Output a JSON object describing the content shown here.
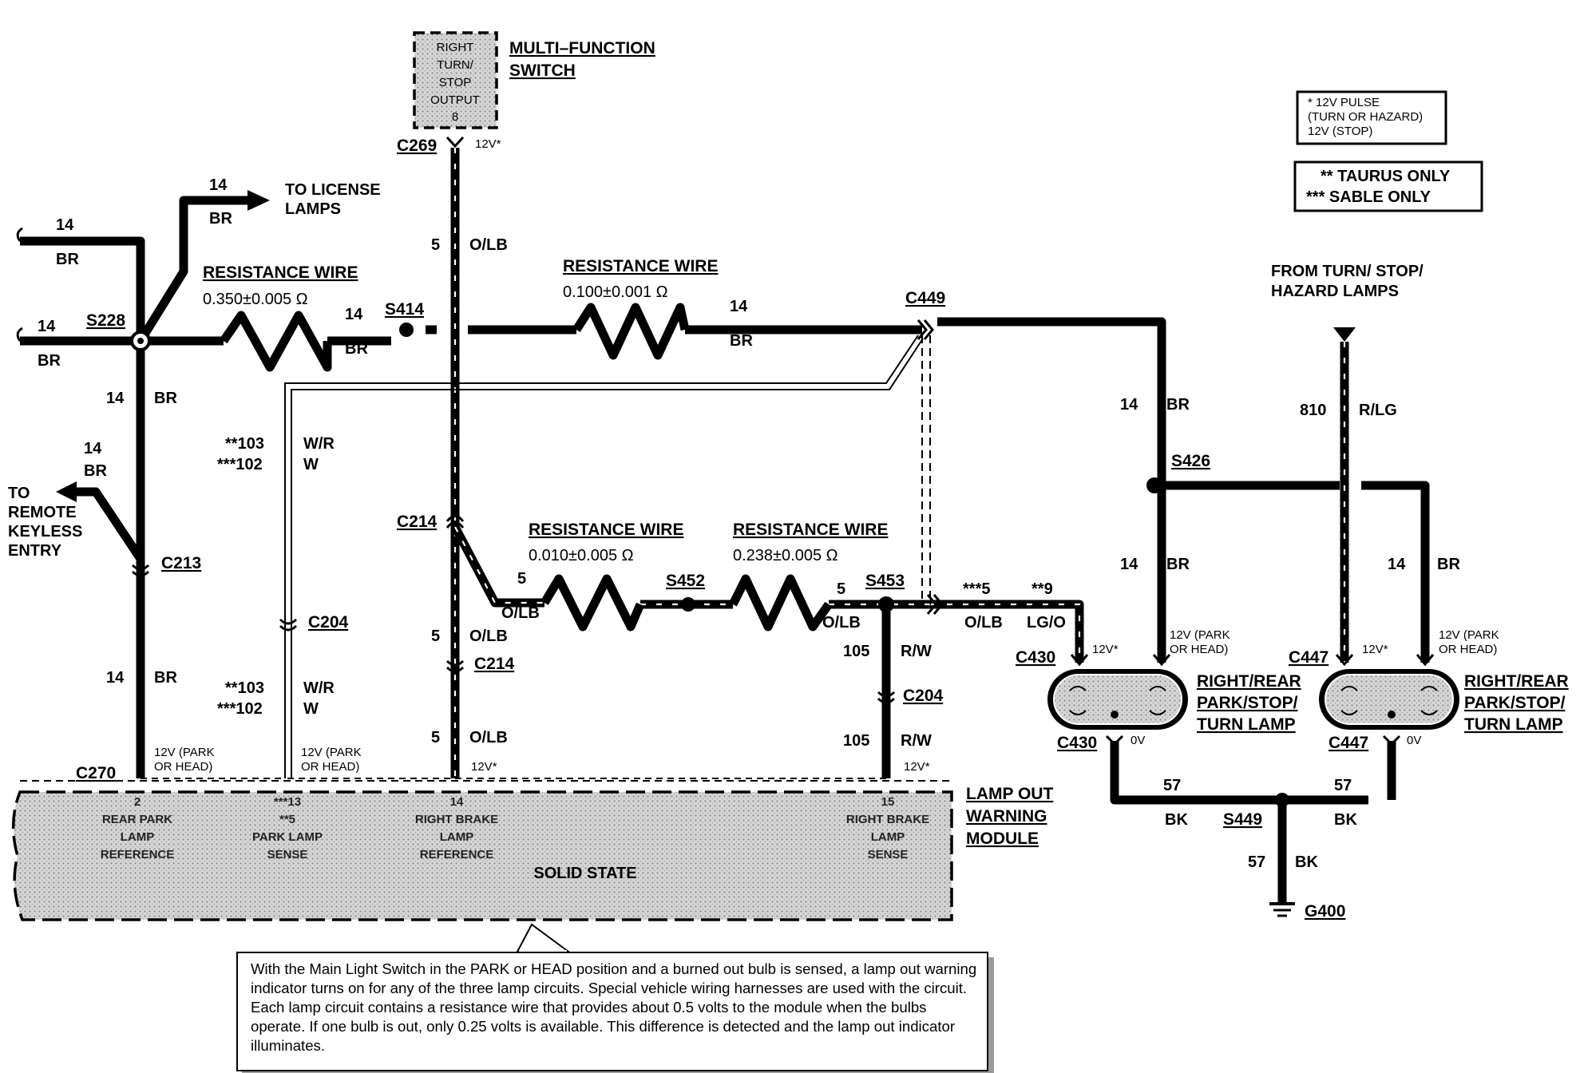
{
  "multi_function_switch": {
    "title_line1": "MULTI–FUNCTION",
    "title_line2": "SWITCH",
    "box_lines": [
      "RIGHT",
      "TURN/",
      "STOP",
      "OUTPUT",
      "8"
    ]
  },
  "notes": {
    "pulse_line1": "* 12V PULSE",
    "pulse_line2": "(TURN OR HAZARD)",
    "pulse_line3": "12V (STOP)",
    "taurus": "** TAURUS ONLY",
    "sable": "*** SABLE ONLY"
  },
  "destinations": {
    "license_lamps_line1": "TO LICENSE",
    "license_lamps_line2": "LAMPS",
    "remote_keyless_line1": "TO",
    "remote_keyless_line2": "REMOTE",
    "remote_keyless_line3": "KEYLESS",
    "remote_keyless_line4": "ENTRY",
    "from_turn_line1": "FROM TURN/ STOP/",
    "from_turn_line2": "HAZARD LAMPS"
  },
  "resistance_wires": {
    "left_title": "RESISTANCE WIRE",
    "left_value": "0.350±0.005 Ω",
    "top_title": "RESISTANCE WIRE",
    "top_value": "0.100±0.001 Ω",
    "mid1_title": "RESISTANCE WIRE",
    "mid1_value": "0.010±0.005 Ω",
    "mid2_title": "RESISTANCE WIRE",
    "mid2_value": "0.238±0.005 Ω"
  },
  "connectors": {
    "c269": "C269",
    "s228": "S228",
    "s414": "S414",
    "c449": "C449",
    "c213": "C213",
    "c204_left": "C204",
    "c214_upper": "C214",
    "c214_lower": "C214",
    "s452": "S452",
    "s453": "S453",
    "c204_right": "C204",
    "c270": "C270",
    "s426": "S426",
    "c430_top": "C430",
    "c430_bot": "C430",
    "c447_top": "C447",
    "c447_bot": "C447",
    "s449": "S449",
    "g400": "G400"
  },
  "wire_labels": {
    "in1_gauge": "14",
    "in1_color": "BR",
    "in2_gauge": "14",
    "in2_color": "BR",
    "lic_gauge": "14",
    "lic_color": "BR",
    "rwleft_gauge": "14",
    "rwleft_color": "BR",
    "s228down_gauge": "14",
    "s228down_color": "BR",
    "rke_gauge": "14",
    "rke_color": "BR",
    "c213down_gauge": "14",
    "c213down_color": "BR",
    "sense_top_103": "**103",
    "sense_top_102": "***102",
    "sense_top_c1": "W/R",
    "sense_top_c2": "W",
    "sense_bot_103": "**103",
    "sense_bot_102": "***102",
    "sense_bot_c1": "W/R",
    "sense_bot_c2": "W",
    "olb1_gauge": "5",
    "olb1_color": "O/LB",
    "olb2_gauge": "5",
    "olb2_color": "O/LB",
    "olb3_gauge": "5",
    "olb3_color": "O/LB",
    "rwtop_gauge": "14",
    "rwtop_color": "BR",
    "diag_gauge": "5",
    "diag_color": "O/LB",
    "s453r_gauge": "5",
    "s453r_color": "O/LB",
    "rw1_gauge": "105",
    "rw1_color": "R/W",
    "rw2_gauge": "105",
    "rw2_color": "R/W",
    "sable5": "***5",
    "taurus9": "**9",
    "out_color1": "O/LB",
    "out_color2": "LG/O",
    "c449down_gauge": "14",
    "c449down_color": "BR",
    "s426down_gauge": "14",
    "s426down_color": "BR",
    "rlg_gauge": "810",
    "rlg_color": "R/LG",
    "c447right_gauge": "14",
    "c447right_color": "BR",
    "bk_left_gauge": "57",
    "bk_left_color": "BK",
    "bk_right_gauge": "57",
    "bk_right_color": "BK",
    "bk_down_gauge": "57",
    "bk_down_color": "BK"
  },
  "voltages": {
    "c269": "12V*",
    "c270_line1": "12V (PARK",
    "c270_line2": "OR HEAD)",
    "sense_line1": "12V (PARK",
    "sense_line2": "OR HEAD)",
    "brake_ref": "12V*",
    "brake_sense": "12V*",
    "c430_left": "12V*",
    "c430_right1": "12V (PARK",
    "c430_right2": "OR HEAD)",
    "c430_ground": "0V",
    "c447_left": "12V*",
    "c447_right1": "12V (PARK",
    "c447_right2": "OR HEAD)",
    "c447_ground": "0V"
  },
  "lamps": {
    "lamp1_line1": "RIGHT/REAR",
    "lamp1_line2": "PARK/STOP/",
    "lamp1_line3": "TURN LAMP",
    "lamp2_line1": "RIGHT/REAR",
    "lamp2_line2": "PARK/STOP/",
    "lamp2_line3": "TURN LAMP"
  },
  "module": {
    "title_line1": "LAMP OUT",
    "title_line2": "WARNING",
    "title_line3": "MODULE",
    "type": "SOLID STATE",
    "pin2_num": "2",
    "pin2_line1": "REAR PARK",
    "pin2_line2": "LAMP",
    "pin2_line3": "REFERENCE",
    "pin13_num1": "***13",
    "pin13_num2": "**5",
    "pin13_line1": "PARK LAMP",
    "pin13_line2": "SENSE",
    "pin14_num": "14",
    "pin14_line1": "RIGHT BRAKE",
    "pin14_line2": "LAMP",
    "pin14_line3": "REFERENCE",
    "pin15_num": "15",
    "pin15_line1": "RIGHT BRAKE",
    "pin15_line2": "LAMP",
    "pin15_line3": "SENSE"
  },
  "note": {
    "text": "With the Main Light Switch in the PARK or HEAD position and a burned out bulb is sensed, a lamp out warning indicator turns on for any of the three lamp circuits. Special vehicle wiring harnesses are used with the circuit. Each lamp circuit contains a resistance wire that provides about 0.5 volts to the module when the bulbs operate. If one bulb is out, only 0.25 volts is available. This difference is detected and the lamp out indicator illuminates."
  }
}
